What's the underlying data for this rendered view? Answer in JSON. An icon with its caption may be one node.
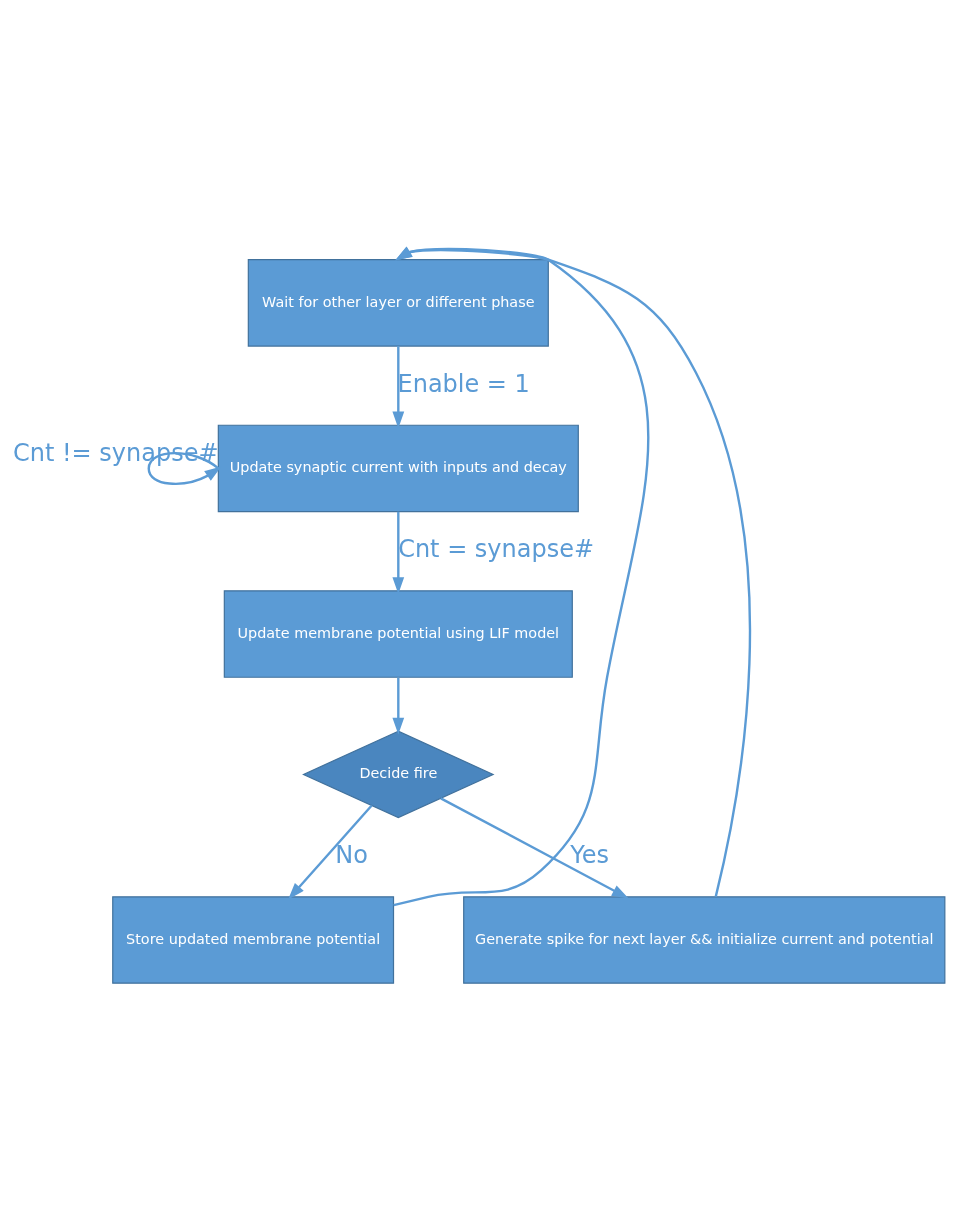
{
  "diagram": {
    "nodes": [
      {
        "text": [
          "Wait for other layer or different phase"
        ]
      },
      {
        "text": [
          "Update synaptic current with inputs and decay"
        ]
      },
      {
        "text": [
          "Update membrane potential using LIF model"
        ]
      },
      {
        "text": [
          "Decide fire"
        ]
      },
      {
        "text": [
          "Store updated membrane potential"
        ]
      },
      {
        "text": [
          "Generate spike for next layer && initialize current and potential"
        ]
      }
    ],
    "edges": [
      {
        "from": 0,
        "to": 1,
        "arrow": "to",
        "label": "Enable = 1"
      },
      {
        "from": 1,
        "to": 1,
        "arrow": "to",
        "label": "Cnt != synapse#"
      },
      {
        "from": 1,
        "to": 2,
        "arrow": "to",
        "label": "Cnt = synapse#"
      },
      {
        "from": 2,
        "to": 3,
        "arrow": "to"
      },
      {
        "from": 3,
        "to": 4,
        "arrow": "to",
        "label": "No"
      },
      {
        "from": 3,
        "to": 5,
        "arrow": "to",
        "label": "Yes"
      },
      {
        "from": 4,
        "to": 0,
        "arrow": "to"
      },
      {
        "from": 5,
        "to": 0,
        "arrow": "to"
      }
    ]
  }
}
